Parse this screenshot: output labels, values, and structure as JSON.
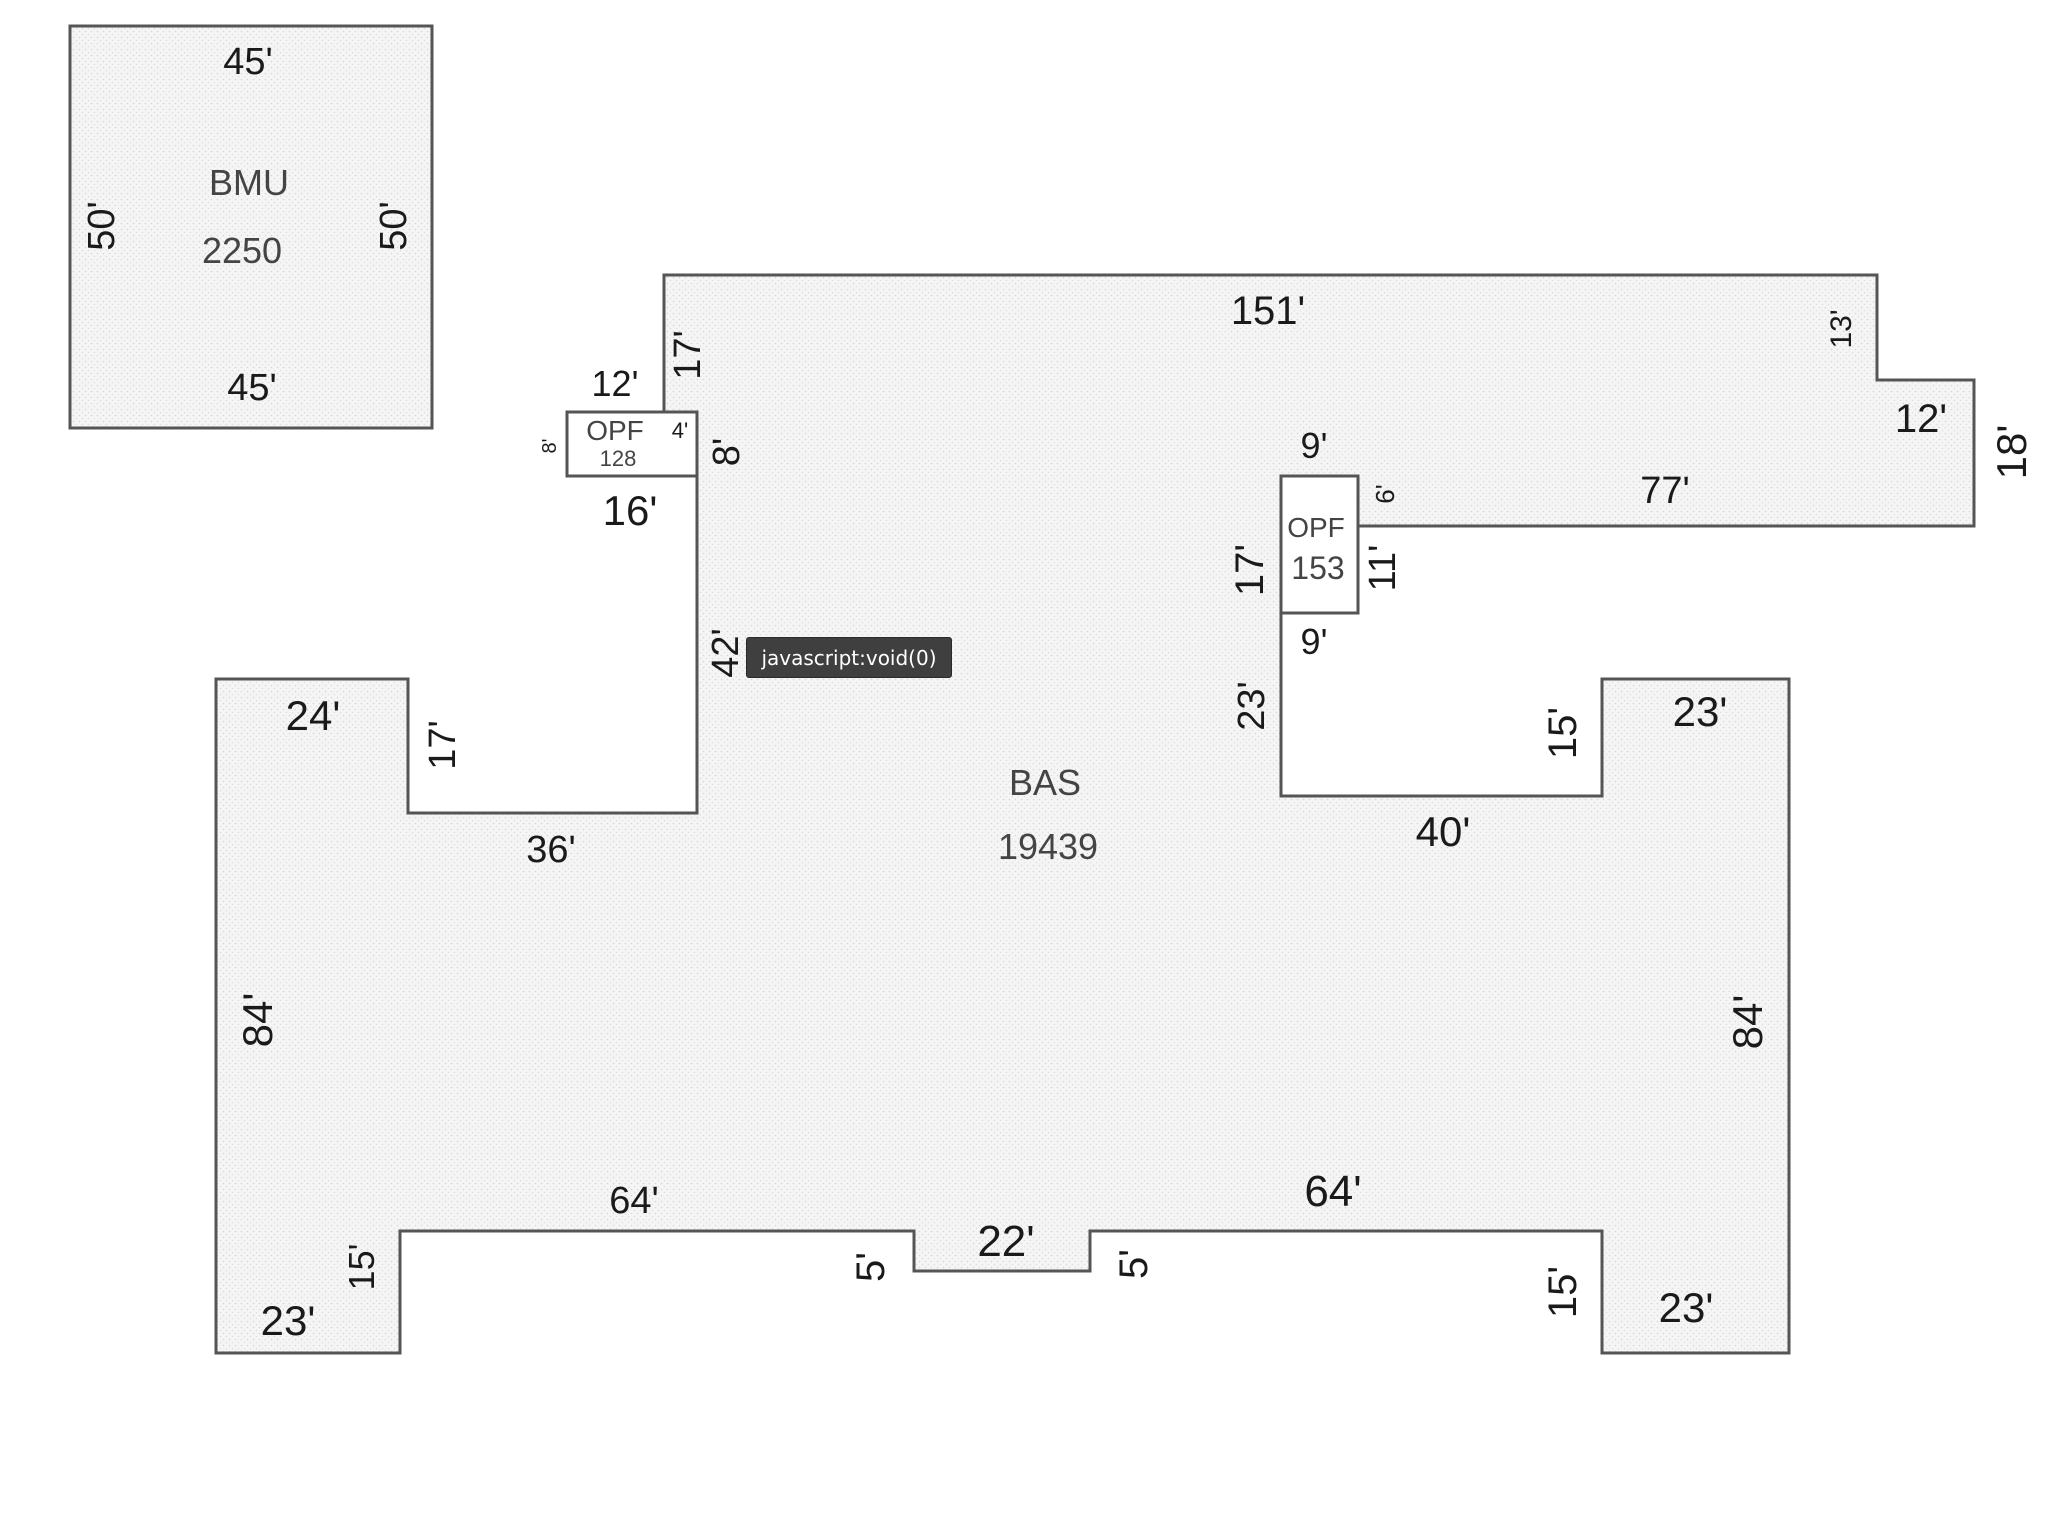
{
  "colors": {
    "fill": "#f2f2f2",
    "outline": "#555555",
    "text": "#1a1a1a"
  },
  "bmu": {
    "label": "BMU",
    "area": "2250",
    "dims": {
      "top": "45'",
      "bottom": "45'",
      "left": "50'",
      "right": "50'"
    }
  },
  "bas": {
    "label": "BAS",
    "area": "19439",
    "dims": {
      "top_151": "151'",
      "top_13": "13'",
      "top_12": "12'",
      "right_18": "18'",
      "inner_77": "77'",
      "left_17_top": "17'",
      "left_8": "8'",
      "left_42": "42'",
      "wing_24": "24'",
      "wing_17": "17'",
      "wing_36": "36'",
      "left_84": "84'",
      "bl_15": "15'",
      "bl_23": "23'",
      "bot_64_left": "64'",
      "notch_5_left": "5'",
      "notch_22": "22'",
      "notch_5_right": "5'",
      "bot_64_right": "64'",
      "br_15": "15'",
      "br_23": "23'",
      "right_84": "84'",
      "rw_23": "23'",
      "rw_15": "15'",
      "inner_40": "40'",
      "inner_23": "23'",
      "inner_17": "17'",
      "inner_9_top": "9'",
      "inner_9_bottom": "9'"
    }
  },
  "opf_128": {
    "label": "OPF",
    "area": "128",
    "dims": {
      "top": "12'",
      "bottom": "16'",
      "left": "8'",
      "inner": "4'"
    }
  },
  "opf_153": {
    "label": "OPF",
    "area": "153",
    "dims": {
      "side_6": "6'",
      "side_11": "11'"
    }
  },
  "tooltip": {
    "text": "javascript:void(0)"
  }
}
